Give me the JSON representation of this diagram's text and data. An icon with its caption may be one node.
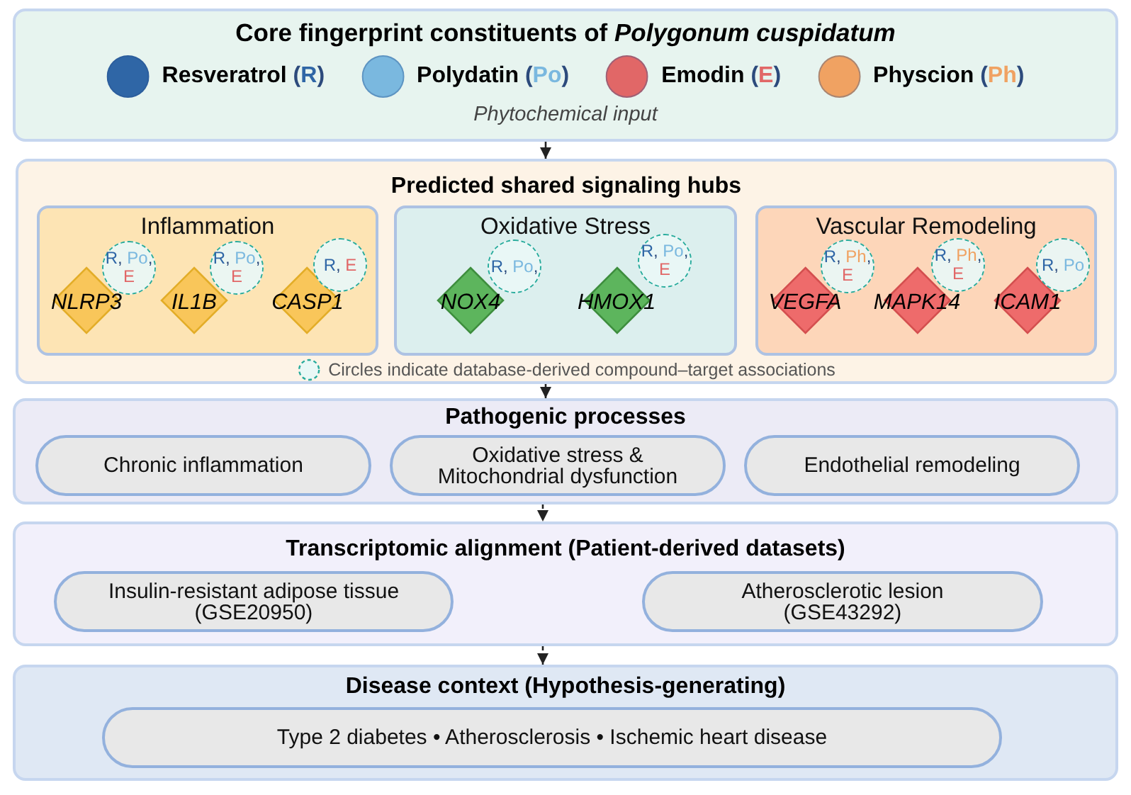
{
  "diagram": {
    "nodes": [
      {
        "text": [
          "Core fingerprint constituents of *Polygonum cuspidatum*",
          "Phytochemical input"
        ]
      },
      {
        "text": [
          "Predicted shared signaling hubs",
          "Circles indicate database-derived compound–target associations"
        ]
      },
      {
        "text": [
          "Inflammation"
        ],
        "in": 1
      },
      {
        "text": [
          "NLRP3"
        ],
        "in": 2
      },
      {
        "text": [
          "R, Po, E"
        ],
        "in": 2
      },
      {
        "text": [
          "IL1B"
        ],
        "in": 2
      },
      {
        "text": [
          "R, Po, E"
        ],
        "in": 2
      },
      {
        "text": [
          "CASP1"
        ],
        "in": 2
      },
      {
        "text": [
          "R, E"
        ],
        "in": 2
      },
      {
        "text": [
          "Oxidative Stress"
        ],
        "in": 1
      },
      {
        "text": [
          "NOX4"
        ],
        "in": 9
      },
      {
        "text": [
          "R, Po,"
        ],
        "in": 9
      },
      {
        "text": [
          "HMOX1"
        ],
        "in": 9
      },
      {
        "text": [
          "R, Po, E"
        ],
        "in": 9
      },
      {
        "text": [
          "Vascular Remodeling"
        ],
        "in": 1
      },
      {
        "text": [
          "VEGFA"
        ],
        "in": 14
      },
      {
        "text": [
          "R, Ph, E"
        ],
        "in": 14
      },
      {
        "text": [
          "MAPK14"
        ],
        "in": 14
      },
      {
        "text": [
          "R, Ph, E"
        ],
        "in": 14
      },
      {
        "text": [
          "ICAM1"
        ],
        "in": 14
      },
      {
        "text": [
          "R, Po"
        ],
        "in": 14
      },
      {
        "text": [
          "Pathogenic processes"
        ]
      },
      {
        "text": [
          "Chronic inflammation"
        ],
        "in": 21
      },
      {
        "text": [
          "Oxidative stress & Mitochondrial dysfunction"
        ],
        "in": 21
      },
      {
        "text": [
          "Endothelial remodeling"
        ],
        "in": 21
      },
      {
        "text": [
          "Transcriptomic alignment (Patient-derived datasets)"
        ]
      },
      {
        "text": [
          "Insulin-resistant adipose tissue (GSE20950)"
        ],
        "in": 25
      },
      {
        "text": [
          "Atherosclerotic lesion (GSE43292)"
        ],
        "in": 25
      },
      {
        "text": [
          "Disease context (Hypothesis-generating)"
        ]
      },
      {
        "text": [
          "Type 2 diabetes • Atherosclerosis • Ischemic heart disease"
        ],
        "in": 28
      }
    ],
    "edges": [
      {
        "from": 0,
        "to": 1,
        "arrow": "to"
      },
      {
        "from": 1,
        "to": 21,
        "arrow": "to"
      },
      {
        "from": 21,
        "to": 25,
        "arrow": "to",
        "style": "dashed"
      },
      {
        "from": 25,
        "to": 28,
        "arrow": "to",
        "style": "dashed"
      }
    ],
    "legend": [
      {
        "text": "Resveratrol (R)",
        "color": "#2f66a6"
      },
      {
        "text": "Polydatin (Po)",
        "color": "#7ab8df"
      },
      {
        "text": "Emodin (E)",
        "color": "#e16767"
      },
      {
        "text": "Physcion (Ph)",
        "color": "#f0a262"
      }
    ]
  }
}
